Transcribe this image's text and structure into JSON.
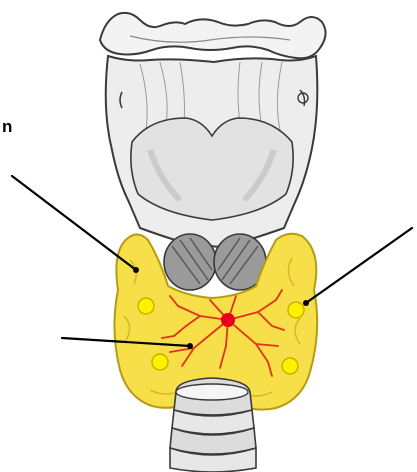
{
  "labels": {
    "fragment_left": "n"
  },
  "colors": {
    "background": "#ffffff",
    "cartilage": "#f2f2f2",
    "cartilage_shadow": "#b9b9b9",
    "outline": "#3a3a3a",
    "thyroid": "#f7e04a",
    "thyroid_outline": "#b69c12",
    "parathyroid": "#fff200",
    "parathyroid_outline": "#c8b000",
    "vessels": "#e0331a",
    "vessel_center": "#e8001a",
    "muscle": "#8a8a8a",
    "pointer": "#000000"
  },
  "figure": {
    "subject": "thyroid-gland-with-larynx-and-trachea",
    "pointer_lines": 3,
    "parathyroid_glands": 4
  }
}
